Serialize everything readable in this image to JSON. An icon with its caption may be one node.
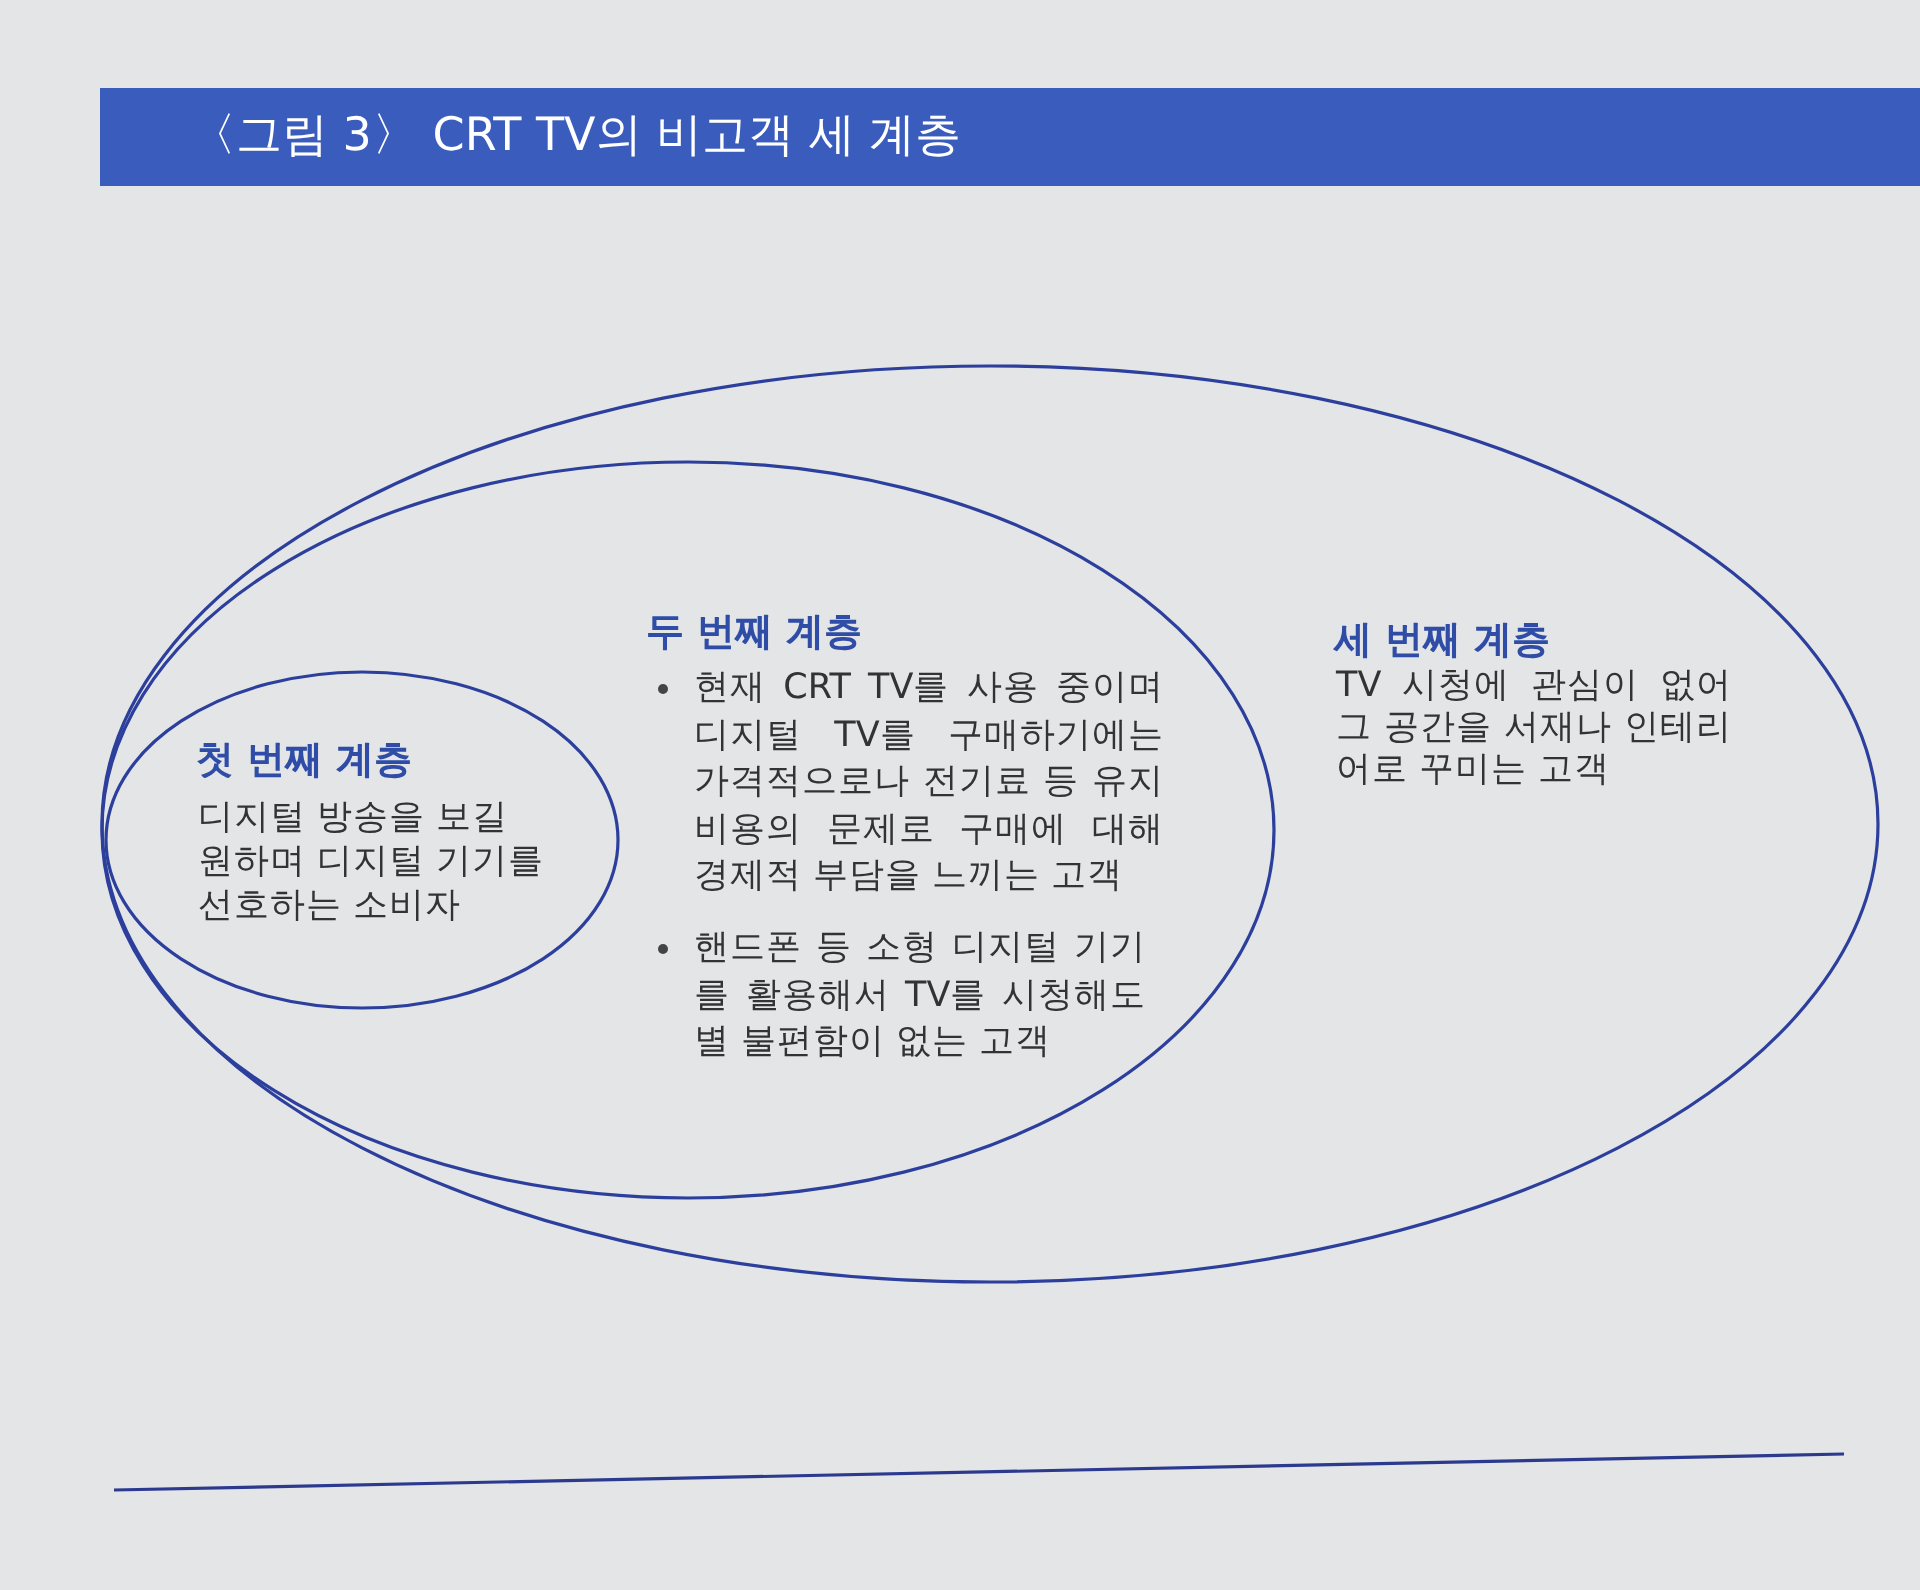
{
  "diagram": {
    "title": "〈그림 3〉 CRT TV의 비고객 세 계층",
    "nodes": [
      {
        "text": [
          "세 번째 계층",
          "TV 시청에 관심이 없어 그 공간을 서재나 인테리어로 꾸미는 고객"
        ]
      },
      {
        "text": [
          "두 번째 계층",
          "현재 CRT TV를 사용 중이며 디지털 TV를 구매하기에는 가격적으로나 전기료 등 유지 비용의 문제로 구매에 대해 경제적 부담을 느끼는 고객",
          "핸드폰 등 소형 디지털 기기를 활용해서 TV를 시청해도 별 불편함이 없는 고객"
        ],
        "in": 0
      },
      {
        "text": [
          "첫 번째 계층",
          "디지털 방송을 보길 원하며 디지털 기기를 선호하는 소비자"
        ],
        "in": 1
      }
    ]
  }
}
